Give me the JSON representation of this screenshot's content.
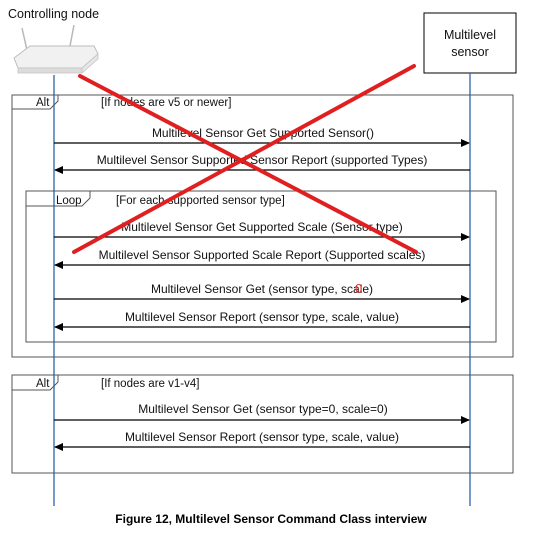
{
  "participants": {
    "controller": {
      "label": "Controlling node",
      "icon": "router-icon"
    },
    "sensor": {
      "label_line1": "Multilevel",
      "label_line2": "sensor"
    }
  },
  "fragments": {
    "alt_new": {
      "operator": "Alt",
      "guard": "[If nodes are v5 or newer]"
    },
    "loop": {
      "operator": "Loop",
      "guard": "[For each supported sensor type]"
    },
    "alt_old": {
      "operator": "Alt",
      "guard": "[If nodes are v1-v4]"
    }
  },
  "messages": [
    {
      "text": "Multilevel Sensor Get Supported Sensor()",
      "direction": "to-sensor"
    },
    {
      "text": "Multilevel Sensor Supported Sensor Report (supported Types)",
      "direction": "to-controller"
    },
    {
      "text": "Multilevel Sensor Get Supported Scale (Sensor type)",
      "direction": "to-sensor"
    },
    {
      "text": "Multilevel Sensor Supported Scale Report (Supported scales)",
      "direction": "to-controller"
    },
    {
      "text": "Multilevel Sensor Get (sensor type, scale)",
      "direction": "to-sensor"
    },
    {
      "text": "Multilevel Sensor Report (sensor type, scale, value)",
      "direction": "to-controller"
    },
    {
      "text": "Multilevel Sensor Get (sensor type=0, scale=0)",
      "direction": "to-sensor"
    },
    {
      "text": "Multilevel Sensor Report (sensor type, scale, value)",
      "direction": "to-controller"
    }
  ],
  "annotation": {
    "mark": "0",
    "color": "#e03030"
  },
  "cross_out": {
    "color": "#e02020"
  },
  "colors": {
    "lifeline": "#3a6fb6",
    "frame": "#555555"
  },
  "caption": "Figure 12, Multilevel Sensor Command Class interview"
}
